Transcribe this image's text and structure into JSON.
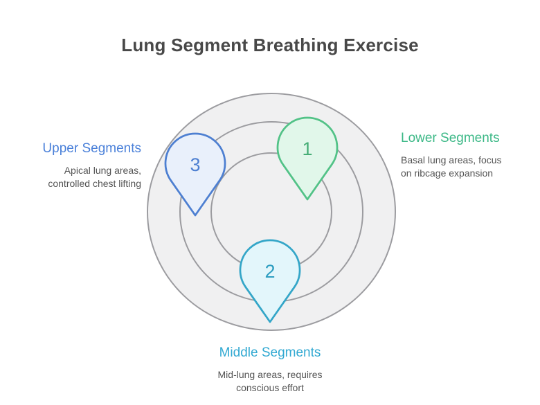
{
  "title": "Lung Segment Breathing Exercise",
  "text_colors": {
    "title": "#484848",
    "body": "#545454"
  },
  "diagram": {
    "rings": {
      "count": 3,
      "fill": "#f0f0f1",
      "stroke": "#9c9ca0"
    },
    "markers": [
      {
        "number": "1",
        "fill": "#e1f7ea",
        "stroke": "#52c287",
        "number_color": "#46ad76"
      },
      {
        "number": "2",
        "fill": "#e3f6fb",
        "stroke": "#34a6c8",
        "number_color": "#2d9dc0"
      },
      {
        "number": "3",
        "fill": "#e9f0fb",
        "stroke": "#4d7fd1",
        "number_color": "#4d7fd1"
      }
    ]
  },
  "labels": [
    {
      "heading": "Upper Segments",
      "color": "#4a80d9",
      "line1": "Apical lung areas,",
      "line2": "controlled chest lifting"
    },
    {
      "heading": "Lower Segments",
      "color": "#3bb886",
      "line1": "Basal lung areas, focus",
      "line2": "on ribcage expansion"
    },
    {
      "heading": "Middle Segments",
      "color": "#32a9d2",
      "line1": "Mid-lung areas, requires",
      "line2": "conscious effort"
    }
  ]
}
